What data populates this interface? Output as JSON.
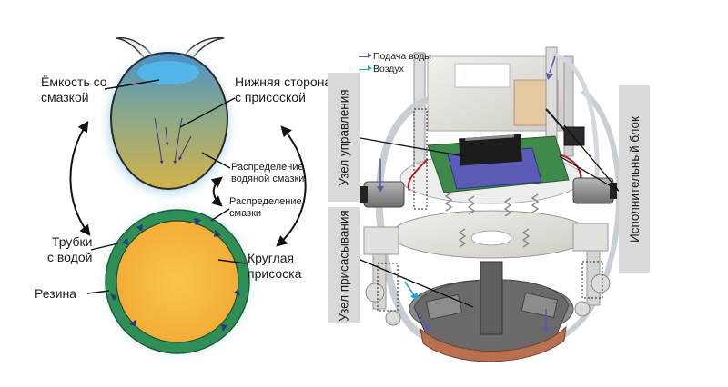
{
  "left_panel": {
    "labels": {
      "grease_container": "Ёмкость со\nсмазкой",
      "underside": "Нижняя сторона\nс присоской",
      "water_grease_distribution": "Распределение\nводяной смазки",
      "grease_distribution": "Распределение\nсмазки",
      "water_tubes": "Трубки\nс водой",
      "round_sucker": "Круглая\nприсоска",
      "rubber": "Резина"
    },
    "colors": {
      "fill_top": "#4a90c8",
      "fill_bottom": "#d4b24a",
      "disc_orange": "#f5b840",
      "rubber_green": "#2f8f57",
      "halo_blue": "#bfe0f2"
    }
  },
  "right_panel": {
    "legend": {
      "water_supply": "Подача воды",
      "air": "Воздух",
      "water_color": "#5a5aa8",
      "air_color": "#1ea8c8"
    },
    "labels": {
      "control_unit": "Узел управления",
      "suction_unit": "Узел присасывания",
      "actuator_block": "Исполнительный блок"
    },
    "colors": {
      "label_box": "#d9d9d9",
      "pcb_green": "#3d8a4a",
      "chip_blue": "#5b5bb8",
      "chip_black": "#1c1c1c",
      "plastic_white": "#e8e6e2",
      "copper": "#b87050"
    }
  }
}
